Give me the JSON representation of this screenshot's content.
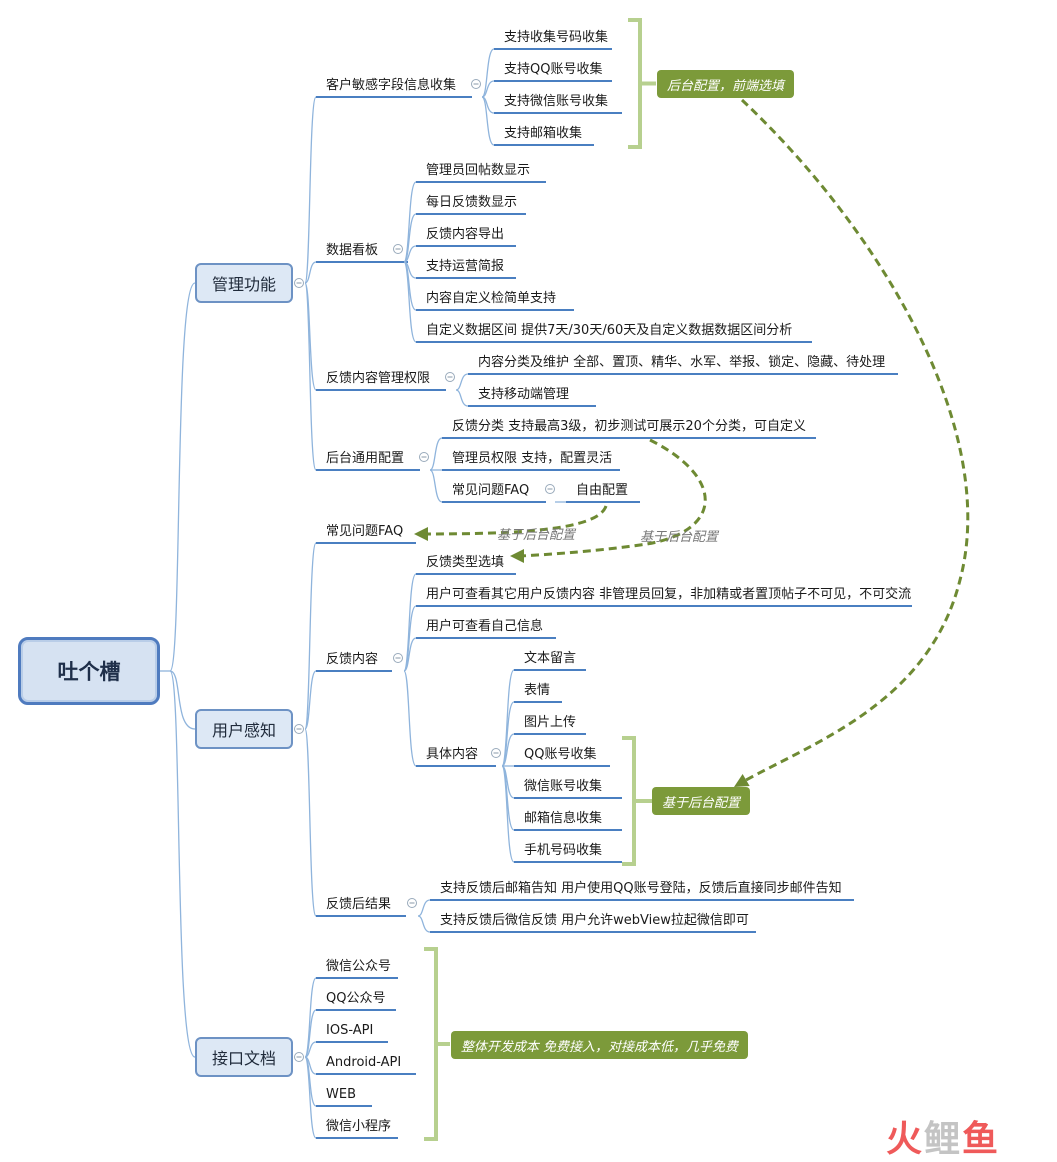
{
  "root": {
    "label": "吐个槽"
  },
  "branches": [
    {
      "label": "管理功能",
      "children": [
        {
          "label": "客户敏感字段信息收集",
          "children": [
            {
              "label": "支持收集号码收集"
            },
            {
              "label": "支持QQ账号收集"
            },
            {
              "label": "支持微信账号收集"
            },
            {
              "label": "支持邮箱收集"
            }
          ]
        },
        {
          "label": "数据看板",
          "children": [
            {
              "label": "管理员回帖数显示"
            },
            {
              "label": "每日反馈数显示"
            },
            {
              "label": "反馈内容导出"
            },
            {
              "label": "支持运营简报"
            },
            {
              "label": "内容自定义检简单支持"
            },
            {
              "label": "自定义数据区间 提供7天/30天/60天及自定义数据数据区间分析"
            }
          ]
        },
        {
          "label": "反馈内容管理权限",
          "children": [
            {
              "label": "内容分类及维护 全部、置顶、精华、水军、举报、锁定、隐藏、待处理"
            },
            {
              "label": "支持移动端管理"
            }
          ]
        },
        {
          "label": "后台通用配置",
          "children": [
            {
              "label": "反馈分类 支持最高3级，初步测试可展示20个分类，可自定义"
            },
            {
              "label": "管理员权限 支持，配置灵活"
            },
            {
              "label": "常见问题FAQ",
              "children": [
                {
                  "label": "自由配置"
                }
              ]
            }
          ]
        }
      ]
    },
    {
      "label": "用户感知",
      "children": [
        {
          "label": "常见问题FAQ"
        },
        {
          "label": "反馈内容",
          "children": [
            {
              "label": "反馈类型选填"
            },
            {
              "label": "用户可查看其它用户反馈内容 非管理员回复，非加精或者置顶帖子不可见，不可交流"
            },
            {
              "label": "用户可查看自己信息"
            },
            {
              "label": "具体内容",
              "children": [
                {
                  "label": "文本留言"
                },
                {
                  "label": "表情"
                },
                {
                  "label": "图片上传"
                },
                {
                  "label": "QQ账号收集"
                },
                {
                  "label": "微信账号收集"
                },
                {
                  "label": "邮箱信息收集"
                },
                {
                  "label": "手机号码收集"
                }
              ]
            }
          ]
        },
        {
          "label": "反馈后结果",
          "children": [
            {
              "label": "支持反馈后邮箱告知 用户使用QQ账号登陆，反馈后直接同步邮件告知"
            },
            {
              "label": "支持反馈后微信反馈 用户允许webView拉起微信即可"
            }
          ]
        }
      ]
    },
    {
      "label": "接口文档",
      "children": [
        {
          "label": "微信公众号"
        },
        {
          "label": "QQ公众号"
        },
        {
          "label": "IOS-API"
        },
        {
          "label": "Android-API"
        },
        {
          "label": "WEB"
        },
        {
          "label": "微信小程序"
        }
      ]
    }
  ],
  "summaries": [
    {
      "label": "后台配置，前端选填"
    },
    {
      "label": "基于后台配置"
    },
    {
      "label": "整体开发成本 免费接入，对接成本低，几乎免费"
    }
  ],
  "relationships": [
    {
      "label": "基于后台配置"
    },
    {
      "label": "基于后台配置"
    }
  ],
  "watermark": {
    "text_red": "火",
    "text_gray": "鲤",
    "text_red2": "鱼"
  },
  "colors": {
    "branch_line": "#8fb4dc",
    "underline": "#4a7fc1",
    "summary_bracket": "#b7d08f",
    "summary_fill": "#7c9a3a",
    "relationship": "#6e8a33"
  }
}
